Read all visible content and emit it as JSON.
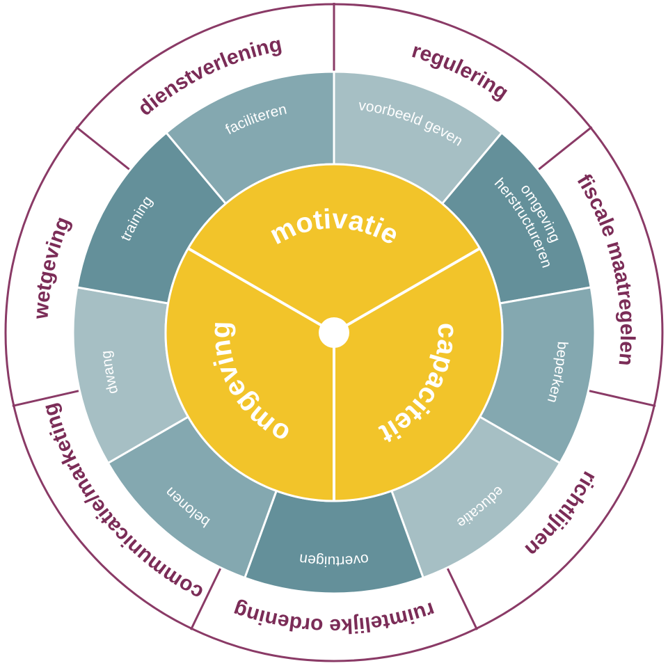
{
  "colors": {
    "outer_stroke": "#8a3a66",
    "outer_text": "#7b2c57",
    "core": "#f2c42a",
    "teal_dark": "#64909a",
    "teal_mid": "#84a8b0",
    "teal_light": "#a6bfc4"
  },
  "outer_ring": [
    {
      "label": "regulering"
    },
    {
      "label": "fiscale maatregelen"
    },
    {
      "label": "richtlijnen"
    },
    {
      "label": "ruimtelijke ordening"
    },
    {
      "label": "communicatie/marketing"
    },
    {
      "label": "wetgeving"
    },
    {
      "label": "dienstverlening"
    }
  ],
  "middle_ring": [
    {
      "lines": [
        "voorbeeld geven"
      ],
      "shade": "teal_light"
    },
    {
      "lines": [
        "omgeving",
        "herstructureren"
      ],
      "shade": "teal_dark"
    },
    {
      "lines": [
        "beperken"
      ],
      "shade": "teal_mid"
    },
    {
      "lines": [
        "educatie"
      ],
      "shade": "teal_light"
    },
    {
      "lines": [
        "overtuigen"
      ],
      "shade": "teal_dark"
    },
    {
      "lines": [
        "belonen"
      ],
      "shade": "teal_mid"
    },
    {
      "lines": [
        "dwang"
      ],
      "shade": "teal_light"
    },
    {
      "lines": [
        "training"
      ],
      "shade": "teal_dark"
    },
    {
      "lines": [
        "faciliteren"
      ],
      "shade": "teal_mid"
    }
  ],
  "core": [
    {
      "label": "motivatie"
    },
    {
      "label": "capaciteit"
    },
    {
      "label": "omgeving"
    }
  ]
}
